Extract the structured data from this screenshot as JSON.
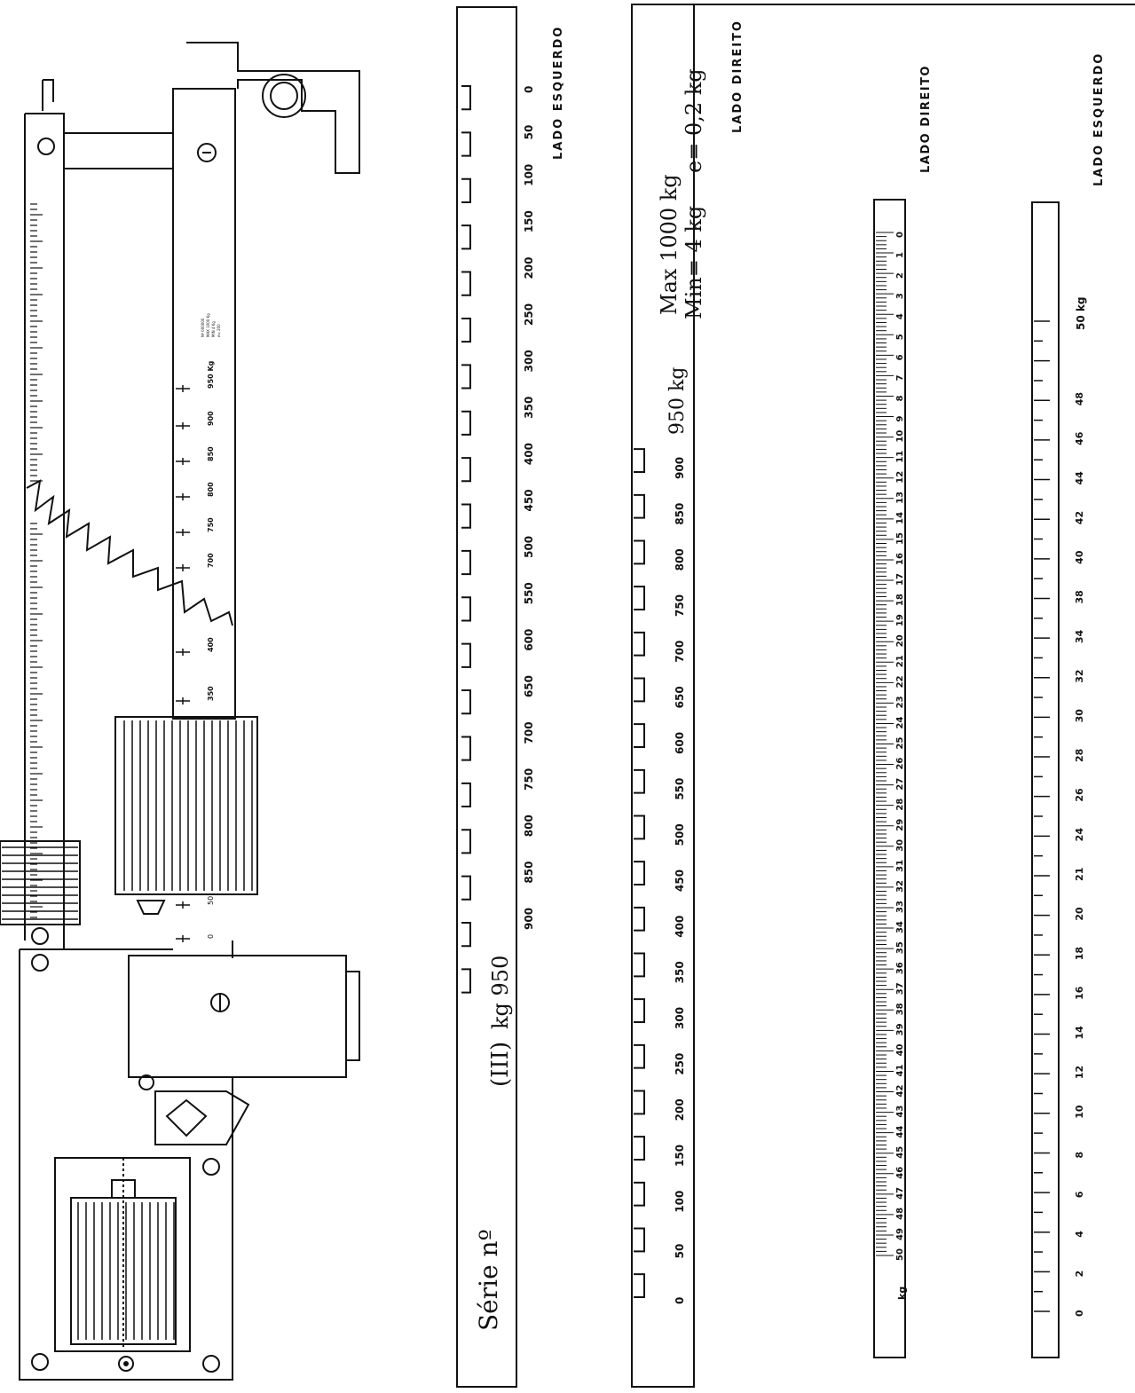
{
  "beam_drawing": {
    "scale_tick_labels": [
      "0",
      "50",
      "350",
      "400",
      "700",
      "750",
      "800",
      "850",
      "900",
      "950 Kg"
    ],
    "fine_print_lines": [
      "Nº 000000",
      "MAX 1000 Kg",
      "MIN 4 Kg",
      "e= 200"
    ]
  },
  "strip_left_main": {
    "side_label": "LADO ESQUERDO",
    "serie_text": "Série nº",
    "roman_text": "(III)",
    "kg_text": "kg 950",
    "tick_labels": [
      "0",
      "50",
      "100",
      "150",
      "200",
      "250",
      "300",
      "350",
      "400",
      "450",
      "500",
      "550",
      "600",
      "650",
      "700",
      "750",
      "800",
      "850",
      "900"
    ]
  },
  "strip_right_main": {
    "side_label": "LADO DIREITO",
    "max_text": "Max 1000 kg",
    "min_text": "Min= 4 kg",
    "e_text": "e= 0,2 kg",
    "kg_text": "950 kg",
    "tick_labels": [
      "0",
      "50",
      "100",
      "150",
      "200",
      "250",
      "300",
      "350",
      "400",
      "450",
      "500",
      "550",
      "600",
      "650",
      "700",
      "750",
      "800",
      "850",
      "900"
    ]
  },
  "strip_right_fine": {
    "side_label": "LADO DIREITO",
    "unit_label": "kg",
    "tick_labels": [
      "50",
      "49",
      "48",
      "47",
      "46",
      "45",
      "44",
      "43",
      "42",
      "41",
      "40",
      "39",
      "38",
      "37",
      "36",
      "35",
      "34",
      "33",
      "32",
      "31",
      "30",
      "29",
      "28",
      "27",
      "26",
      "25",
      "24",
      "23",
      "22",
      "21",
      "20",
      "19",
      "18",
      "17",
      "16",
      "15",
      "14",
      "13",
      "12",
      "11",
      "10",
      "9",
      "8",
      "7",
      "6",
      "5",
      "4",
      "3",
      "2",
      "1",
      "0"
    ]
  },
  "strip_left_fine": {
    "side_label": "LADO ESQUERDO",
    "unit_label": "50 kg",
    "tick_labels": [
      "0",
      "2",
      "4",
      "6",
      "8",
      "10",
      "12",
      "14",
      "16",
      "18",
      "20",
      "21",
      "24",
      "26",
      "28",
      "30",
      "32",
      "34",
      "38",
      "40",
      "42",
      "44",
      "46",
      "48"
    ]
  }
}
